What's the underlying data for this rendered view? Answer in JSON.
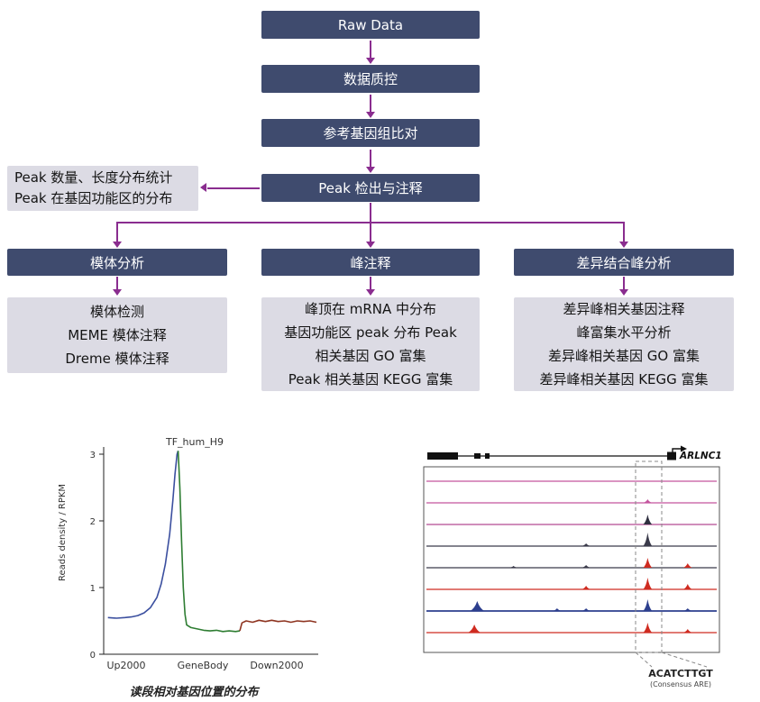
{
  "flowchart": {
    "steps": [
      {
        "label": "Raw Data"
      },
      {
        "label": "数据质控"
      },
      {
        "label": "参考基因组比对"
      },
      {
        "label": "Peak 检出与注释"
      }
    ],
    "side_note_lines": [
      "Peak 数量、长度分布统计",
      "Peak 在基因功能区的分布"
    ],
    "branches": [
      {
        "header": "模体分析",
        "items": [
          "模体检测",
          "MEME 模体注释",
          "Dreme 模体注释"
        ]
      },
      {
        "header": "峰注释",
        "items": [
          "峰顶在 mRNA 中分布",
          "基因功能区 peak 分布 Peak",
          "相关基因 GO 富集",
          "Peak 相关基因 KEGG 富集"
        ]
      },
      {
        "header": "差异结合峰分析",
        "items": [
          "差异峰相关基因注释",
          "峰富集水平分析",
          "差异峰相关基因 GO 富集",
          "差异峰相关基因 KEGG 富集"
        ]
      }
    ],
    "colors": {
      "box_dark": "#3f4b6e",
      "box_light": "#dcdbe4",
      "arrow": "#8a2d8f"
    }
  },
  "chart_data": [
    {
      "type": "line",
      "title": "TF_hum_H9",
      "ylabel": "Reads density / RPKM",
      "ylim": [
        0,
        3
      ],
      "yticks": [
        0,
        1,
        2,
        3
      ],
      "x_regions": [
        "Up2000",
        "GeneBody",
        "Down2000"
      ],
      "caption": "读段相对基因位置的分布",
      "legend": false,
      "series": [
        {
          "name": "Up2000",
          "color": "#3b4f9f",
          "points": [
            [
              0.02,
              0.55
            ],
            [
              0.06,
              0.54
            ],
            [
              0.1,
              0.55
            ],
            [
              0.13,
              0.56
            ],
            [
              0.16,
              0.58
            ],
            [
              0.19,
              0.62
            ],
            [
              0.22,
              0.7
            ],
            [
              0.25,
              0.85
            ],
            [
              0.27,
              1.05
            ],
            [
              0.29,
              1.35
            ],
            [
              0.31,
              1.8
            ],
            [
              0.325,
              2.3
            ],
            [
              0.335,
              2.7
            ],
            [
              0.345,
              3.0
            ],
            [
              0.35,
              3.05
            ]
          ]
        },
        {
          "name": "GeneBody",
          "color": "#2e7d32",
          "points": [
            [
              0.35,
              3.05
            ],
            [
              0.358,
              2.5
            ],
            [
              0.366,
              1.7
            ],
            [
              0.374,
              1.0
            ],
            [
              0.382,
              0.6
            ],
            [
              0.39,
              0.44
            ],
            [
              0.41,
              0.4
            ],
            [
              0.44,
              0.38
            ],
            [
              0.47,
              0.36
            ],
            [
              0.5,
              0.35
            ],
            [
              0.53,
              0.36
            ],
            [
              0.56,
              0.34
            ],
            [
              0.59,
              0.35
            ],
            [
              0.62,
              0.34
            ],
            [
              0.64,
              0.35
            ]
          ]
        },
        {
          "name": "Down2000",
          "color": "#8e3420",
          "points": [
            [
              0.64,
              0.35
            ],
            [
              0.65,
              0.47
            ],
            [
              0.67,
              0.5
            ],
            [
              0.7,
              0.48
            ],
            [
              0.73,
              0.51
            ],
            [
              0.76,
              0.49
            ],
            [
              0.79,
              0.51
            ],
            [
              0.82,
              0.49
            ],
            [
              0.85,
              0.5
            ],
            [
              0.88,
              0.48
            ],
            [
              0.91,
              0.5
            ],
            [
              0.94,
              0.49
            ],
            [
              0.97,
              0.5
            ],
            [
              1.0,
              0.48
            ]
          ]
        }
      ]
    },
    {
      "type": "genome-browser",
      "gene_label": "ARLNC1",
      "motif": "ACATCTTGT",
      "motif_note": "(Consensus ARE)",
      "gene_model": {
        "line": [
          6,
          278
        ],
        "exons": [
          [
            6,
            34,
            8
          ],
          [
            58,
            7,
            6
          ],
          [
            70,
            5,
            6
          ],
          [
            272,
            10,
            9
          ]
        ],
        "arrow_x": 278,
        "arrow_len": 10
      },
      "highlight_region": {
        "x": 0.725,
        "w": 0.09
      },
      "tracks": [
        {
          "color": "#c4559e",
          "lw": 1.2,
          "peaks": []
        },
        {
          "color": "#c4559e",
          "lw": 1.2,
          "peaks": [
            {
              "x": 0.762,
              "h": 4
            }
          ]
        },
        {
          "color": "#b44b92",
          "lw": 1.2,
          "peaks": [
            {
              "x": 0.762,
              "h": 11,
              "color": "#2f2f3f"
            }
          ]
        },
        {
          "color": "#3a3a4a",
          "lw": 1.2,
          "peaks": [
            {
              "x": 0.55,
              "h": 3
            },
            {
              "x": 0.762,
              "h": 15
            }
          ]
        },
        {
          "color": "#3a3a4a",
          "lw": 1.2,
          "peaks": [
            {
              "x": 0.3,
              "h": 2
            },
            {
              "x": 0.55,
              "h": 3
            },
            {
              "x": 0.762,
              "h": 11,
              "color": "#cf2b20"
            },
            {
              "x": 0.9,
              "h": 5,
              "color": "#cf2b20"
            }
          ]
        },
        {
          "color": "#cf2b20",
          "lw": 1.2,
          "peaks": [
            {
              "x": 0.55,
              "h": 4
            },
            {
              "x": 0.762,
              "h": 13
            },
            {
              "x": 0.9,
              "h": 6
            }
          ]
        },
        {
          "color": "#2d3f8e",
          "lw": 1.8,
          "peaks": [
            {
              "x": 0.175,
              "h": 11,
              "w": 8
            },
            {
              "x": 0.45,
              "h": 3
            },
            {
              "x": 0.55,
              "h": 3
            },
            {
              "x": 0.762,
              "h": 13
            },
            {
              "x": 0.9,
              "h": 3
            }
          ]
        },
        {
          "color": "#cf2b20",
          "lw": 1.2,
          "peaks": [
            {
              "x": 0.165,
              "h": 9,
              "w": 7
            },
            {
              "x": 0.762,
              "h": 11
            },
            {
              "x": 0.9,
              "h": 4
            }
          ]
        }
      ]
    }
  ]
}
